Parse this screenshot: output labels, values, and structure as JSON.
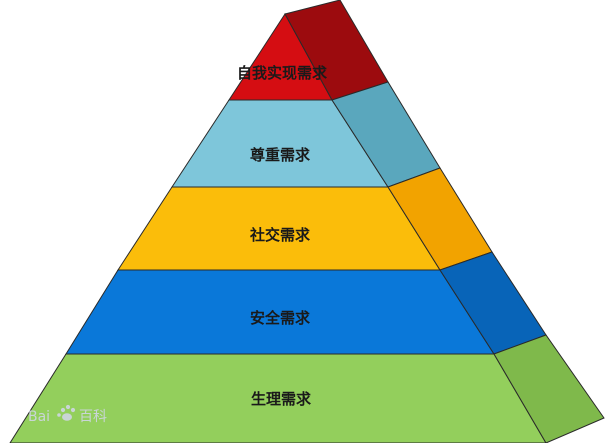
{
  "diagram": {
    "tiers": [
      {
        "label": "自我实现需求",
        "front": "#d50d12",
        "side": "#9c0b0e"
      },
      {
        "label": "尊重需求",
        "front": "#7ec6da",
        "side": "#5aa7bd"
      },
      {
        "label": "社交需求",
        "front": "#fbbd0a",
        "side": "#f2a300"
      },
      {
        "label": "安全需求",
        "front": "#0a78d9",
        "side": "#0864b8"
      },
      {
        "label": "生理需求",
        "front": "#93cf5c",
        "side": "#7fb94b"
      }
    ]
  },
  "watermark": {
    "text_left": "Bai",
    "text_right": "百科"
  }
}
